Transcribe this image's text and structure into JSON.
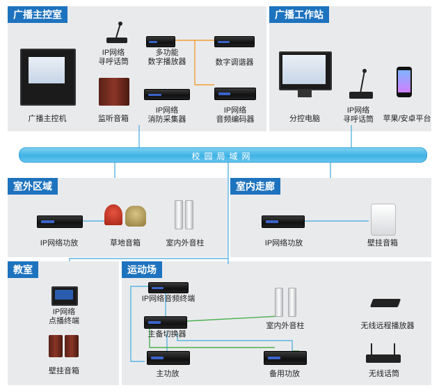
{
  "sections": {
    "control_room": "广播主控室",
    "workstation": "广播工作站",
    "outdoor": "室外区域",
    "corridor": "室内走廊",
    "classroom": "教室",
    "playground": "运动场"
  },
  "bus_label": "校园局域网",
  "devices": {
    "main_host": "广播主控机",
    "ip_mic_1": "IP网络\n寻呼话筒",
    "monitor_spk": "监听音箱",
    "multi_player": "多功能\n数字播放器",
    "digital_tuner": "数字调谐器",
    "fire_collector": "IP网络\n消防采集器",
    "audio_encoder": "IP网络\n音频编码器",
    "pc": "分控电脑",
    "ip_mic_2": "IP网络\n寻呼话筒",
    "mobile": "苹果/安卓平台",
    "outdoor_amp": "IP网络功放",
    "lawn_spk": "草地音箱",
    "outdoor_column": "室内外音柱",
    "corridor_amp": "IP网络功放",
    "wall_spk_corridor": "壁挂音箱",
    "classroom_terminal": "IP网络\n点播终端",
    "wall_spk_classroom": "壁挂音箱",
    "audio_terminal": "IP网络音频终端",
    "switcher": "主备切换器",
    "main_amp": "主功放",
    "backup_amp": "备用功放",
    "pg_column": "室内外音柱",
    "wireless_player": "无线远程播放器",
    "wireless_mic": "无线话筒"
  },
  "colors": {
    "title_bg": "#1e73be",
    "bus": "#3fb2e4",
    "link_line": "#5ab4e0",
    "orange_line": "#f0a030",
    "green_line": "#4caf50"
  }
}
